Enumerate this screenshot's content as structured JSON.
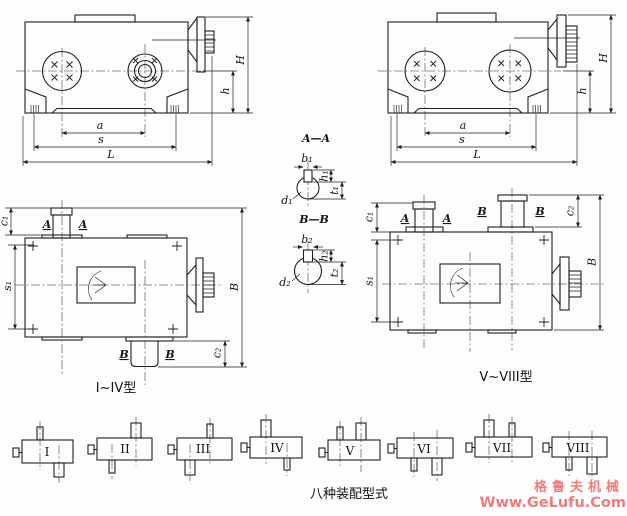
{
  "front_view_left": {
    "dim_a": "a",
    "dim_s": "s",
    "dim_L": "L",
    "dim_h": "h",
    "dim_H": "H"
  },
  "front_view_right": {
    "dim_a": "a",
    "dim_s": "s",
    "dim_L": "L",
    "dim_h": "h",
    "dim_H": "H"
  },
  "top_view_left": {
    "caption": "I~IV型",
    "dim_c1": "c₁",
    "dim_s1": "s₁",
    "dim_B": "B",
    "dim_c2": "c₂",
    "section_a_left": "A",
    "section_a_right": "A",
    "section_b_left": "B",
    "section_b_right": "B"
  },
  "top_view_right": {
    "caption": "V~VIII型",
    "dim_c1": "c₁",
    "dim_s1": "s₁",
    "dim_B": "B",
    "dim_c2": "c₂",
    "section_a_left": "A",
    "section_a_right": "A",
    "section_b_left": "B",
    "section_b_right": "B"
  },
  "section_aa": {
    "title": "A—A",
    "dim_b1": "b₁",
    "dim_h1": "h₁",
    "dim_t1": "t₁",
    "dim_d1": "d₁"
  },
  "section_bb": {
    "title": "B—B",
    "dim_b2": "b₂",
    "dim_h2": "h₂",
    "dim_t2": "t₂",
    "dim_d2": "d₂"
  },
  "assembly_row": {
    "caption": "八种装配型式",
    "labels": [
      "I",
      "II",
      "III",
      "IV",
      "V",
      "VI",
      "VII",
      "VIII"
    ]
  },
  "watermark": {
    "line1": "格鲁夫机械",
    "line2": "Www.GeLufu.Com",
    "color": "#ee7d7d"
  }
}
